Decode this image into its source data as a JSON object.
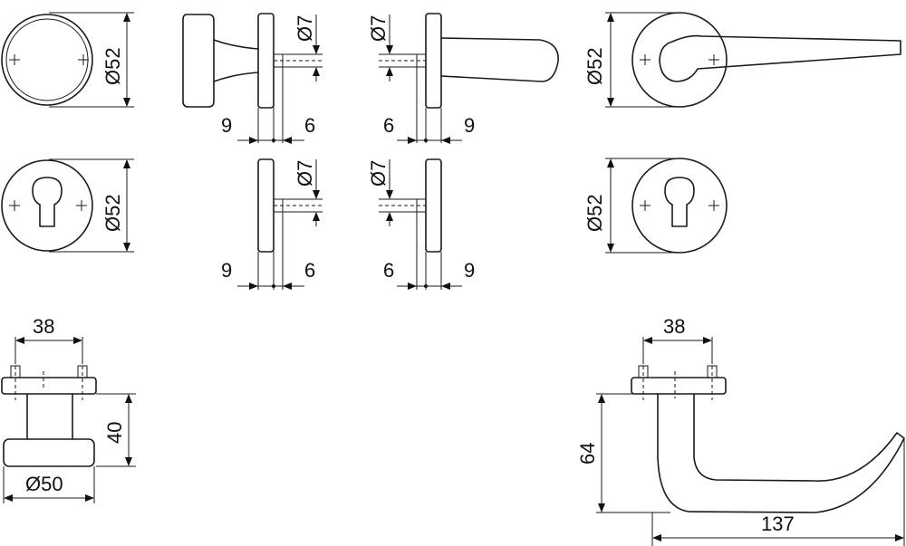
{
  "dimensions": {
    "rose_round_top": "Ø52",
    "knob_spindle_top": "Ø7",
    "lever_spindle_top": "Ø7",
    "lever_rose_right": "Ø52",
    "rose_cylinder_left": "Ø52",
    "spindle_mid_left": "Ø7",
    "spindle_mid_right": "Ø7",
    "rose_cylinder_right": "Ø52",
    "knob_left_gap": "9",
    "knob_right_gap": "6",
    "lever_left_gap": "6",
    "lever_right_gap": "9",
    "mid_left_gap_a": "9",
    "mid_left_gap_b": "6",
    "mid_right_gap_a": "6",
    "mid_right_gap_b": "9",
    "knob_fixing_width": "38",
    "knob_height": "40",
    "knob_diameter": "Ø50",
    "lever_fixing_width": "38",
    "lever_height": "64",
    "lever_length": "137"
  }
}
